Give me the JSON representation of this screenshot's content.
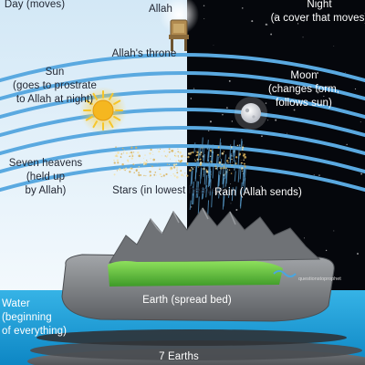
{
  "labels": {
    "day": "Day (moves)",
    "allah": "Allah",
    "night": "Night\n(a cover that moves)",
    "throne": "Allah's throne",
    "sun": "Sun\n(goes to prostrate\nto Allah at night)",
    "moon": "Moon\n(changes form,\nfollows sun)",
    "seven_heavens": "Seven heavens\n(held up\nby Allah)",
    "stars": "Stars (in lowest heaven)",
    "rain": "Rain (Allah sends)",
    "water": "Water\n(beginning\nof everything)",
    "earth": "Earth (spread bed)",
    "seven_earths": "7 Earths"
  },
  "watermark": "questionstoprophet",
  "colors": {
    "day_sky_top": "#d3e8f6",
    "day_sky_bottom": "#f3f9fd",
    "night_sky": "#05070c",
    "heaven_arc": "#5aa9e0",
    "sun": "#f5b720",
    "moon": "#e6e8ee",
    "rain": "#5a9fd0",
    "star_dust": "#d9b15a",
    "water": "#1c9ed8",
    "earth_rock": "#7c7f82",
    "grass": "#62c53c"
  }
}
